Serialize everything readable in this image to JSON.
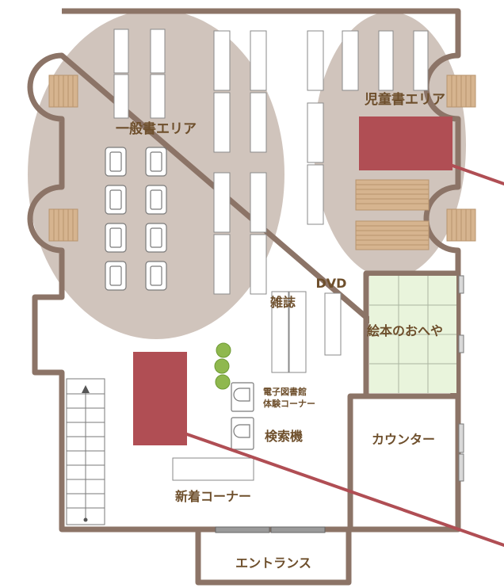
{
  "labels": {
    "general_books": "一般書エリア",
    "children_books": "児童書エリア",
    "dvd": "DVD",
    "magazines": "雑誌",
    "picture_book_room": "絵本のおへや",
    "digital_library_line1": "電子図書館",
    "digital_library_line2": "体験コーナー",
    "search_terminal": "検索機",
    "counter": "カウンター",
    "new_arrivals": "新着コーナー",
    "entrance": "エントランス"
  },
  "colors": {
    "wall": "#8c7467",
    "area_highlight": "#c8bab0",
    "highlight_red": "#b04e54",
    "label": "#6e4f2c",
    "wood": "#d6b48f",
    "wood_stripe": "#b8946e",
    "picture_room_floor": "#e9f4dc",
    "window": "#9a9a9a",
    "plant": "#8fb84e"
  }
}
